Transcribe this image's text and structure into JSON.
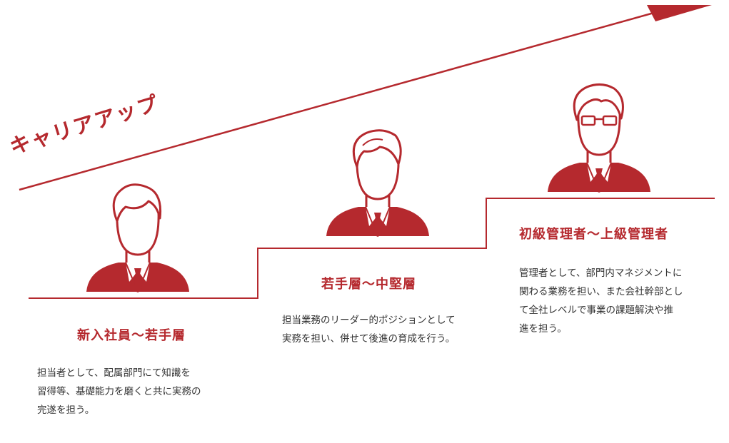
{
  "accent_color": "#b5292e",
  "banner": {
    "label": "キャリアアップ"
  },
  "stages": [
    {
      "title": "新入社員～若手層",
      "description": [
        "担当者として、配属部門にて知識を",
        "習得等、基礎能力を磨くと共に実務の",
        "完遂を担う。"
      ],
      "icon": "young-employee-icon"
    },
    {
      "title": "若手層～中堅層",
      "description": [
        "担当業務のリーダー的ポジションとして",
        "実務を担い、併せて後進の育成を行う。"
      ],
      "icon": "mid-level-employee-icon"
    },
    {
      "title": "初級管理者～上級管理者",
      "description": [
        "管理者として、部門内マネジメントに",
        "関わる業務を担い、また会社幹部とし",
        "て全社レベルで事業の課題解決や推",
        "進を担う。"
      ],
      "icon": "manager-with-glasses-icon"
    }
  ]
}
